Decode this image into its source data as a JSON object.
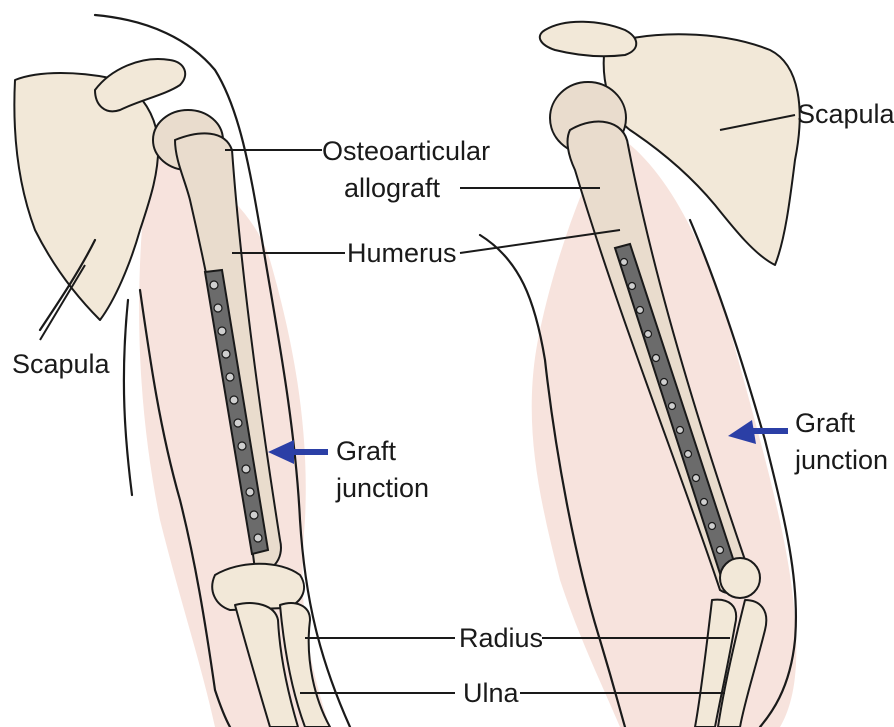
{
  "figure": {
    "accent_colors": {
      "arrow": "#2b3fa6",
      "bone": "#f2e8d8",
      "plate": "#6b6b6b",
      "soft_tissue": "#f7e3dd"
    },
    "labels": {
      "osteoarticular_line1": "Osteoarticular",
      "osteoarticular_line2": "allograft",
      "humerus": "Humerus",
      "scapula_left": "Scapula",
      "scapula_right": "Scapula",
      "graft_left_line1": "Graft",
      "graft_left_line2": "junction",
      "graft_right_line1": "Graft",
      "graft_right_line2": "junction",
      "radius": "Radius",
      "ulna": "Ulna"
    }
  }
}
